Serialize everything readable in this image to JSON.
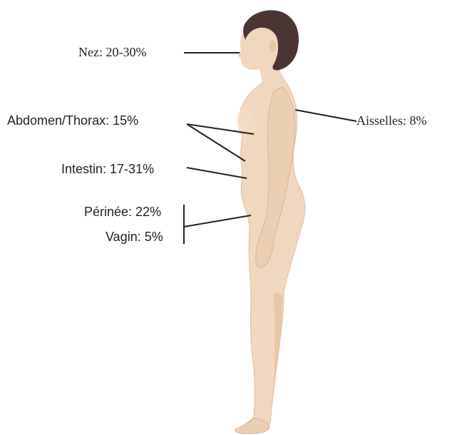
{
  "labels": {
    "nez": "Nez: 20-30%",
    "aisselles": "Aisselles: 8%",
    "abdomen_thorax": "Abdomen/Thorax: 15%",
    "intestin": "Intestin: 17-31%",
    "perinee": "Périnée: 22%",
    "vagin": "Vagin: 5%"
  },
  "colors": {
    "skin": "#f1d7bd",
    "skin_shadow": "#e2bc9a",
    "hair": "#4a3434",
    "line": "#222222"
  }
}
